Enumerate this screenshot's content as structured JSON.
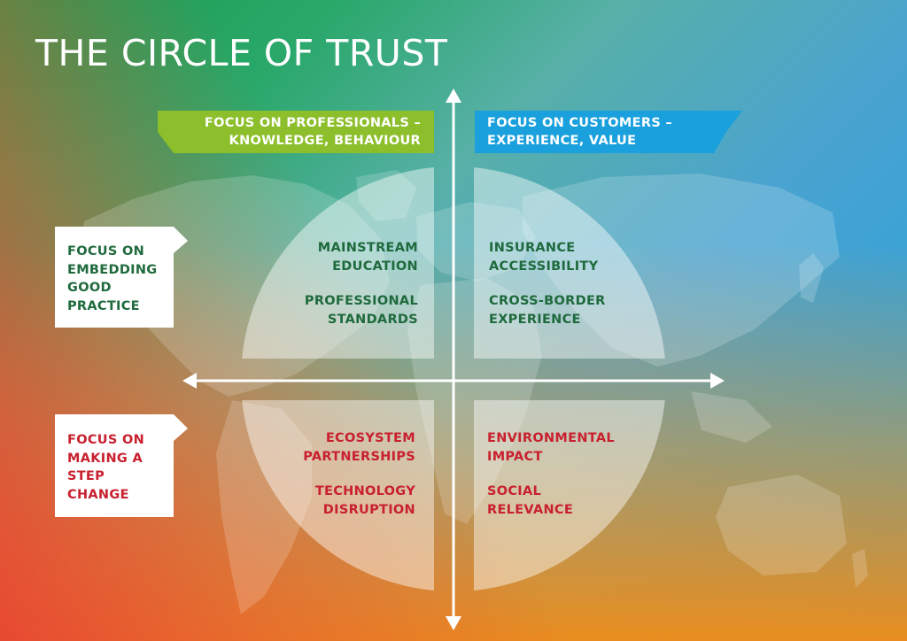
{
  "title": "THE CIRCLE OF TRUST",
  "colors": {
    "green_banner": "#8cbf2b",
    "blue_banner": "#1aa0dd",
    "dark_green_text": "#1f6a3d",
    "red_text": "#c8202f",
    "white": "#ffffff"
  },
  "top_banners": {
    "left": {
      "lines": [
        "FOCUS ON PROFESSIONALS –",
        "KNOWLEDGE, BEHAVIOUR"
      ]
    },
    "right": {
      "lines": [
        "FOCUS ON CUSTOMERS –",
        "EXPERIENCE, VALUE"
      ]
    }
  },
  "side_labels": {
    "top": {
      "lines": [
        "FOCUS ON",
        "EMBEDDING",
        "GOOD",
        "PRACTICE"
      ]
    },
    "bottom": {
      "lines": [
        "FOCUS ON",
        "MAKING A",
        "STEP",
        "CHANGE"
      ]
    }
  },
  "quadrants": {
    "top_left": {
      "items": [
        {
          "lines": [
            "MAINSTREAM",
            "EDUCATION"
          ]
        },
        {
          "lines": [
            "PROFESSIONAL",
            "STANDARDS"
          ]
        }
      ]
    },
    "top_right": {
      "items": [
        {
          "lines": [
            "INSURANCE",
            "ACCESSIBILITY"
          ]
        },
        {
          "lines": [
            "CROSS-BORDER",
            "EXPERIENCE"
          ]
        }
      ]
    },
    "bottom_left": {
      "items": [
        {
          "lines": [
            "ECOSYSTEM",
            "PARTNERSHIPS"
          ]
        },
        {
          "lines": [
            "TECHNOLOGY",
            "DISRUPTION"
          ]
        }
      ]
    },
    "bottom_right": {
      "items": [
        {
          "lines": [
            "ENVIRONMENTAL",
            "IMPACT"
          ]
        },
        {
          "lines": [
            "SOCIAL",
            "RELEVANCE"
          ]
        }
      ]
    }
  }
}
